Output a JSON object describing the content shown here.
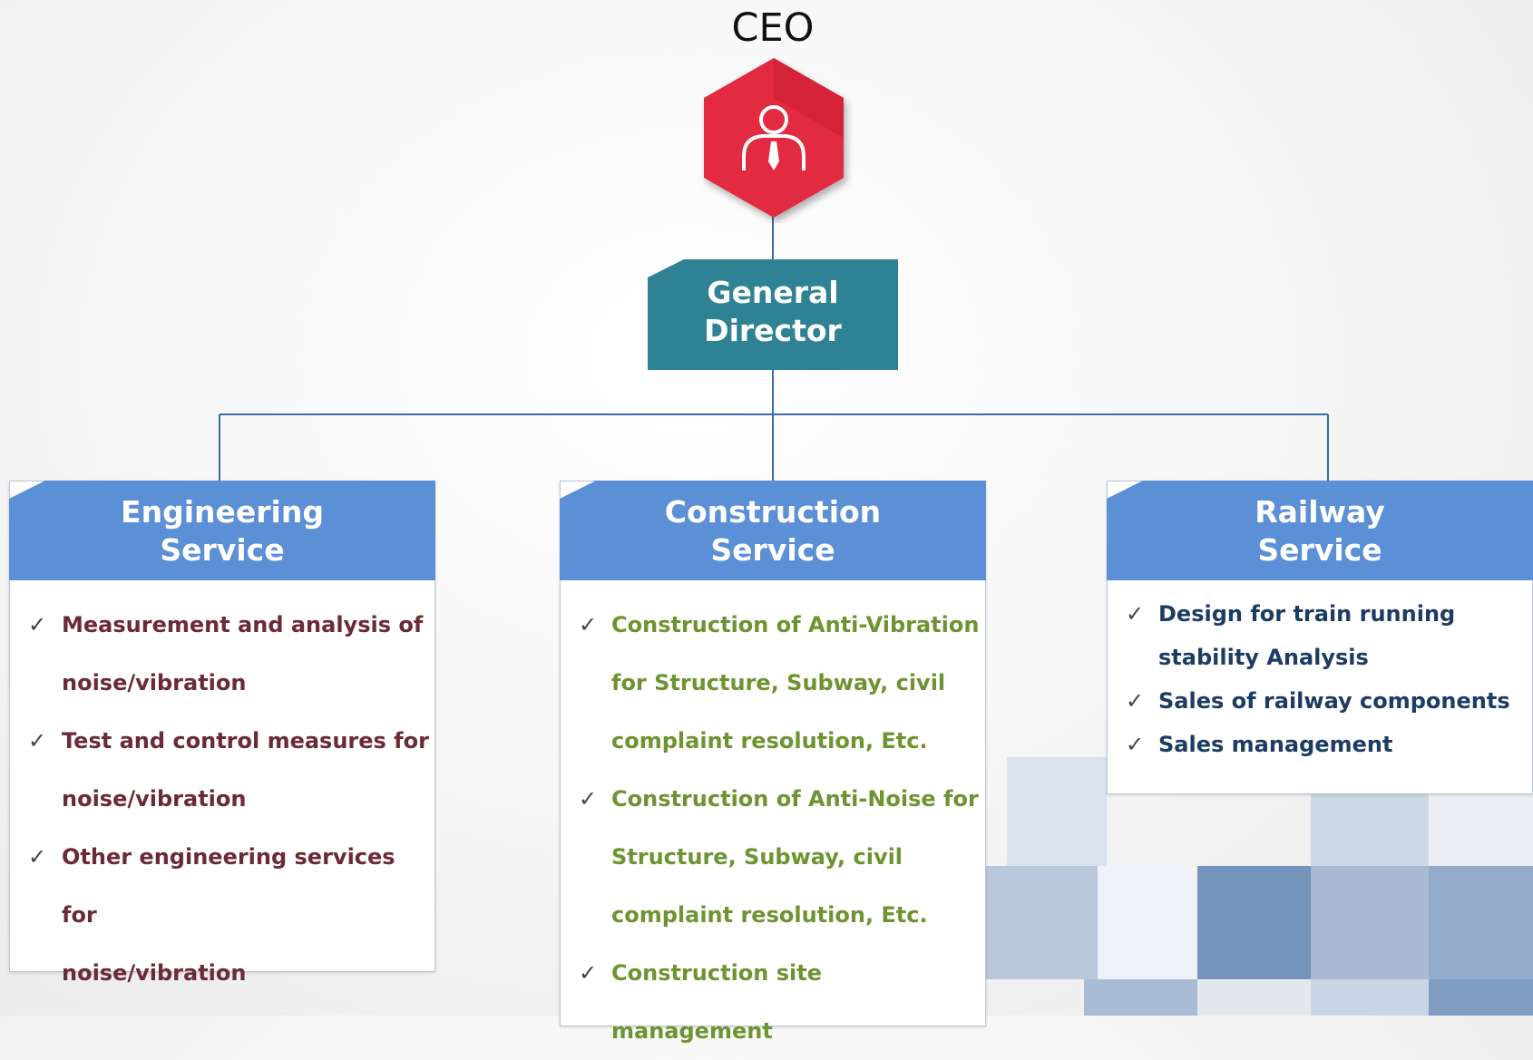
{
  "ceo": {
    "title": "CEO",
    "icon": "person-with-tie-icon",
    "color": "#e2293f"
  },
  "general_director": {
    "line1": "General",
    "line2": "Director",
    "color": "#2f8294"
  },
  "divisions": [
    {
      "line1": "Engineering",
      "line2": "Service",
      "text_color": "#6b2a36",
      "items": [
        {
          "line1": "Measurement and analysis of",
          "line2": "noise/vibration"
        },
        {
          "line1": "Test and control measures for",
          "line2": "noise/vibration"
        },
        {
          "line1": "Other engineering services for",
          "line2": "noise/vibration"
        }
      ]
    },
    {
      "line1": "Construction",
      "line2": "Service",
      "text_color": "#6e9431",
      "items": [
        {
          "line1": "Construction of Anti-Vibration",
          "line2": "for Structure, Subway, civil",
          "line3": "complaint resolution, Etc."
        },
        {
          "line1": "Construction of Anti-Noise for",
          "line2": "Structure, Subway, civil",
          "line3": "complaint resolution, Etc."
        },
        {
          "line1": "Construction site management"
        }
      ]
    },
    {
      "line1": "Railway",
      "line2": "Service",
      "text_color": "#1d3c63",
      "items": [
        {
          "line1": "Design for train running",
          "line2": "stability Analysis"
        },
        {
          "line1": "Sales of railway components"
        },
        {
          "line1": "Sales management"
        }
      ]
    }
  ],
  "check_mark": "✓",
  "colors": {
    "header_blue": "#5b8fd6",
    "connector": "#3a6aa8"
  }
}
